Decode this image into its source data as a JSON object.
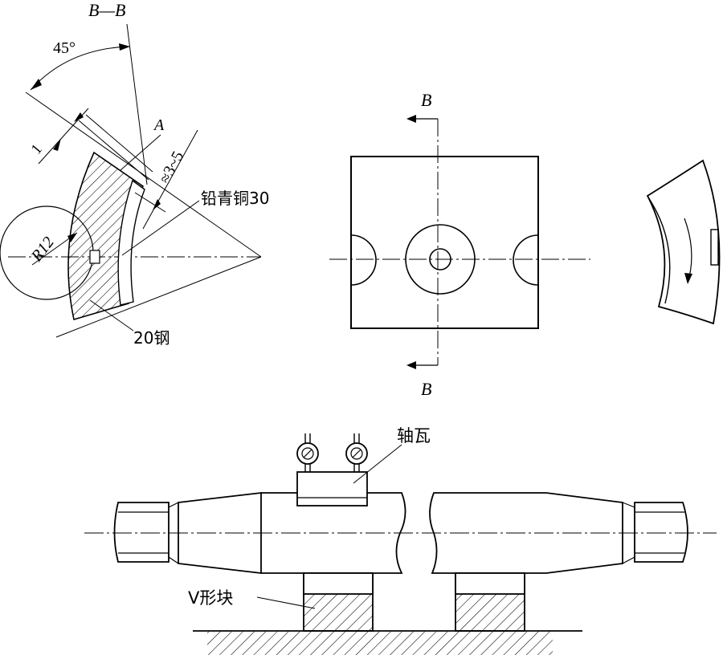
{
  "section_view": {
    "section_title": "B—B",
    "angle": "45°",
    "dim_gap": "1",
    "label_a": "A",
    "dim_range": "≈3~5",
    "radius": "R12",
    "material_lining": "铅青铜30",
    "material_back": "20钢"
  },
  "front_view": {
    "cut_top": "B",
    "cut_bottom": "B"
  },
  "bottom_view": {
    "bearing_label": "轴瓦",
    "v_block_label": "V形块"
  }
}
